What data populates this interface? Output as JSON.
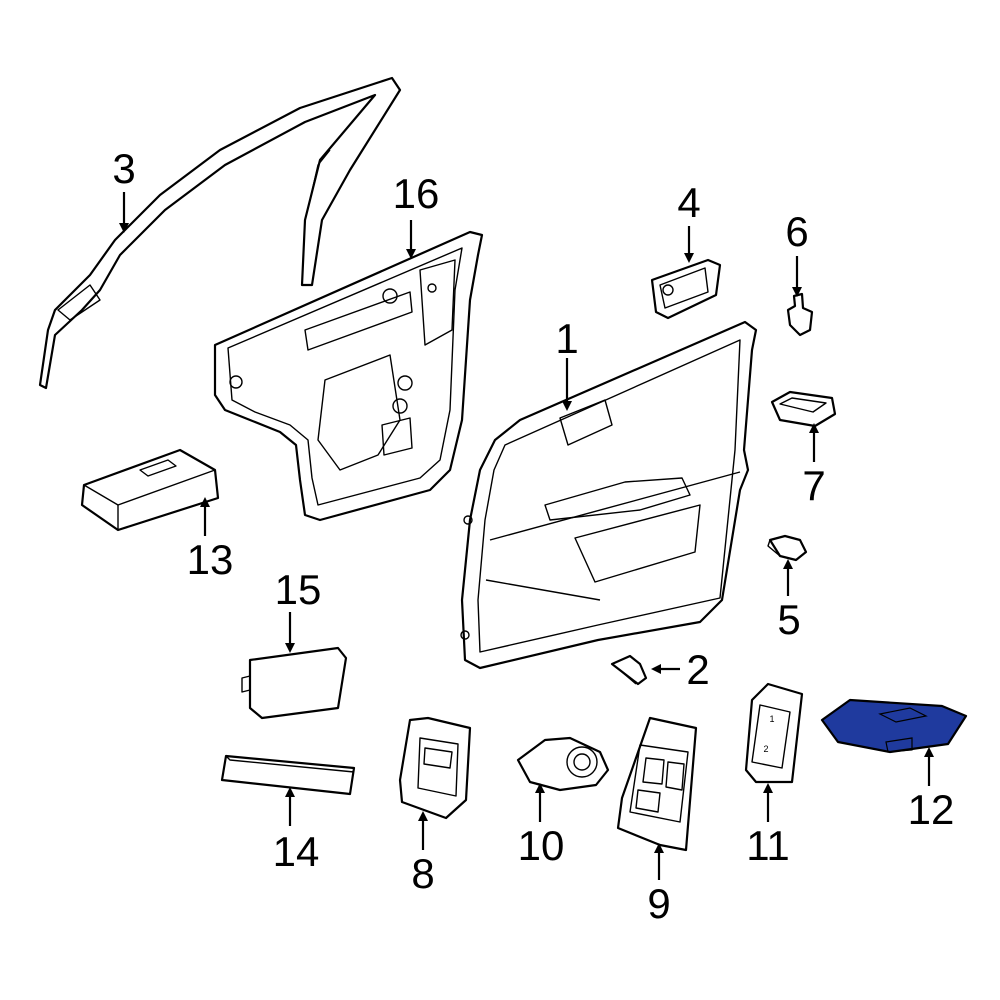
{
  "diagram": {
    "type": "exploded-parts-diagram",
    "highlight_color": "#1f3a9e",
    "callouts": [
      {
        "id": "1",
        "label": "1"
      },
      {
        "id": "2",
        "label": "2"
      },
      {
        "id": "3",
        "label": "3"
      },
      {
        "id": "4",
        "label": "4"
      },
      {
        "id": "5",
        "label": "5"
      },
      {
        "id": "6",
        "label": "6"
      },
      {
        "id": "7",
        "label": "7"
      },
      {
        "id": "8",
        "label": "8"
      },
      {
        "id": "9",
        "label": "9"
      },
      {
        "id": "10",
        "label": "10"
      },
      {
        "id": "11",
        "label": "11"
      },
      {
        "id": "12",
        "label": "12"
      },
      {
        "id": "13",
        "label": "13"
      },
      {
        "id": "14",
        "label": "14"
      },
      {
        "id": "15",
        "label": "15"
      },
      {
        "id": "16",
        "label": "16"
      }
    ],
    "switch_marks": [
      "1",
      "2"
    ]
  }
}
